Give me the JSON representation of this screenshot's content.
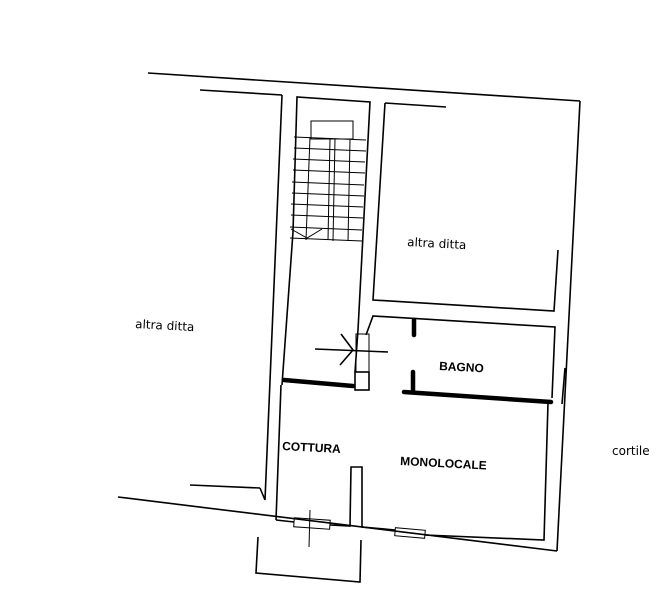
{
  "plan": {
    "labels": {
      "left_neighbor": "altra ditta",
      "top_right_neighbor": "altra ditta",
      "bathroom": "BAGNO",
      "kitchen": "COTTURA",
      "studio": "MONOLOCALE",
      "courtyard": "cortile"
    },
    "colors": {
      "ink": "#000000",
      "paper": "#ffffff"
    }
  }
}
